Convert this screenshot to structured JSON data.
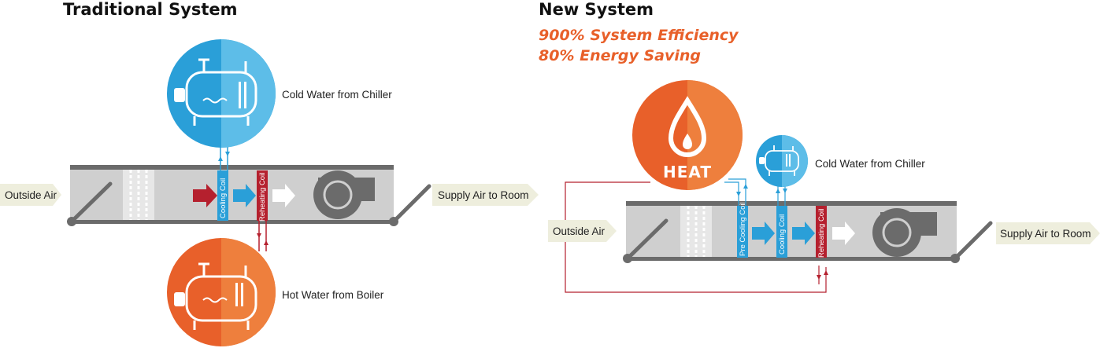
{
  "traditional": {
    "title": "Traditional System",
    "outside_air": "Outside Air",
    "supply_air": "Supply Air to Room",
    "chiller_label": "Cold Water from Chiller",
    "boiler_label": "Hot Water from Boiler",
    "cooling_coil": "Cooling Coil",
    "reheating_coil": "Reheating Coil"
  },
  "new_system": {
    "title": "New System",
    "efficiency": "900% System Efficiency",
    "saving": "80% Energy Saving",
    "heat_label": "HEAT",
    "outside_air": "Outside Air",
    "supply_air": "Supply Air to Room",
    "chiller_label": "Cold Water from Chiller",
    "pre_cooling_coil": "Pre Cooling Coil",
    "cooling_coil": "Cooling Coil",
    "reheating_coil": "Reheating Coil"
  },
  "colors": {
    "blue": "#2a9fd8",
    "orange": "#e8602a",
    "red": "#b5202e",
    "duct_gray": "#cfcfcf",
    "dark_gray": "#6b6b6b",
    "tag_fill": "#eeeedd"
  }
}
